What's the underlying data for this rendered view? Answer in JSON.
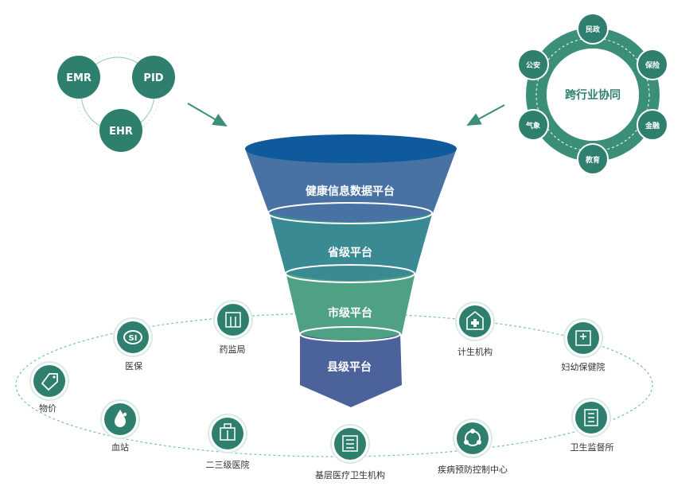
{
  "colors": {
    "green_dark": "#2f7f6e",
    "green_ring": "#3b8f78",
    "funnel_top": "#4872a3",
    "funnel_rim": "#0f5a9c",
    "funnel_2": "#3a8a93",
    "funnel_3": "#4fa184",
    "funnel_bottom": "#4b629a",
    "dash": "#7fbfb0"
  },
  "sources": {
    "emr": "EMR",
    "pid": "PID",
    "ehr": "EHR"
  },
  "cross_industry": {
    "title": "跨行业协同",
    "items": [
      "民政",
      "保险",
      "金融",
      "教育",
      "气象",
      "公安"
    ]
  },
  "funnel": {
    "levels": [
      "健康信息数据平台",
      "省级平台",
      "市级平台",
      "县级平台"
    ]
  },
  "institutions": [
    {
      "label": "药监局",
      "icon": "building-icon"
    },
    {
      "label": "医保",
      "icon": "si-logo-icon"
    },
    {
      "label": "物价",
      "icon": "price-tag-icon"
    },
    {
      "label": "血站",
      "icon": "blood-drop-icon"
    },
    {
      "label": "二三级医院",
      "icon": "hospital-icon"
    },
    {
      "label": "基层医疗卫生机构",
      "icon": "clinic-icon"
    },
    {
      "label": "疾病预防控制中心",
      "icon": "cdc-icon"
    },
    {
      "label": "卫生监督所",
      "icon": "supervision-icon"
    },
    {
      "label": "妇幼保健院",
      "icon": "maternal-hospital-icon"
    },
    {
      "label": "计生机构",
      "icon": "family-planning-icon"
    }
  ]
}
